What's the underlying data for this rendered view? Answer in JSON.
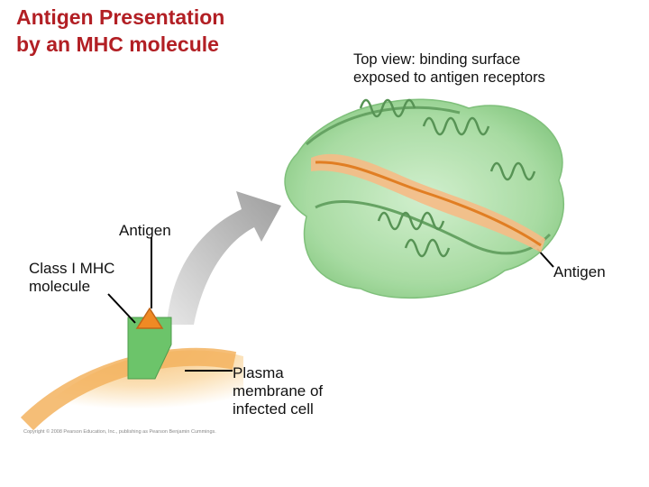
{
  "title": {
    "line1": "Antigen Presentation",
    "line2": "by an MHC molecule"
  },
  "top_view_label": {
    "line1": "Top view: binding surface",
    "line2": "exposed to antigen receptors"
  },
  "labels": {
    "antigen_left": "Antigen",
    "class1_line1": "Class I MHC",
    "class1_line2": "molecule",
    "antigen_right": "Antigen",
    "plasma_line1": "Plasma",
    "plasma_line2": "membrane of",
    "plasma_line3": "infected cell"
  },
  "copyright": "Copyright © 2008 Pearson Education, Inc., publishing as Pearson Benjamin Cummings.",
  "colors": {
    "title": "#b21f24",
    "mhc_green": "#6cc46a",
    "antigen_orange": "#f08a24",
    "membrane": "#f3b35f",
    "arrow_gray": "#b9b9b9"
  }
}
